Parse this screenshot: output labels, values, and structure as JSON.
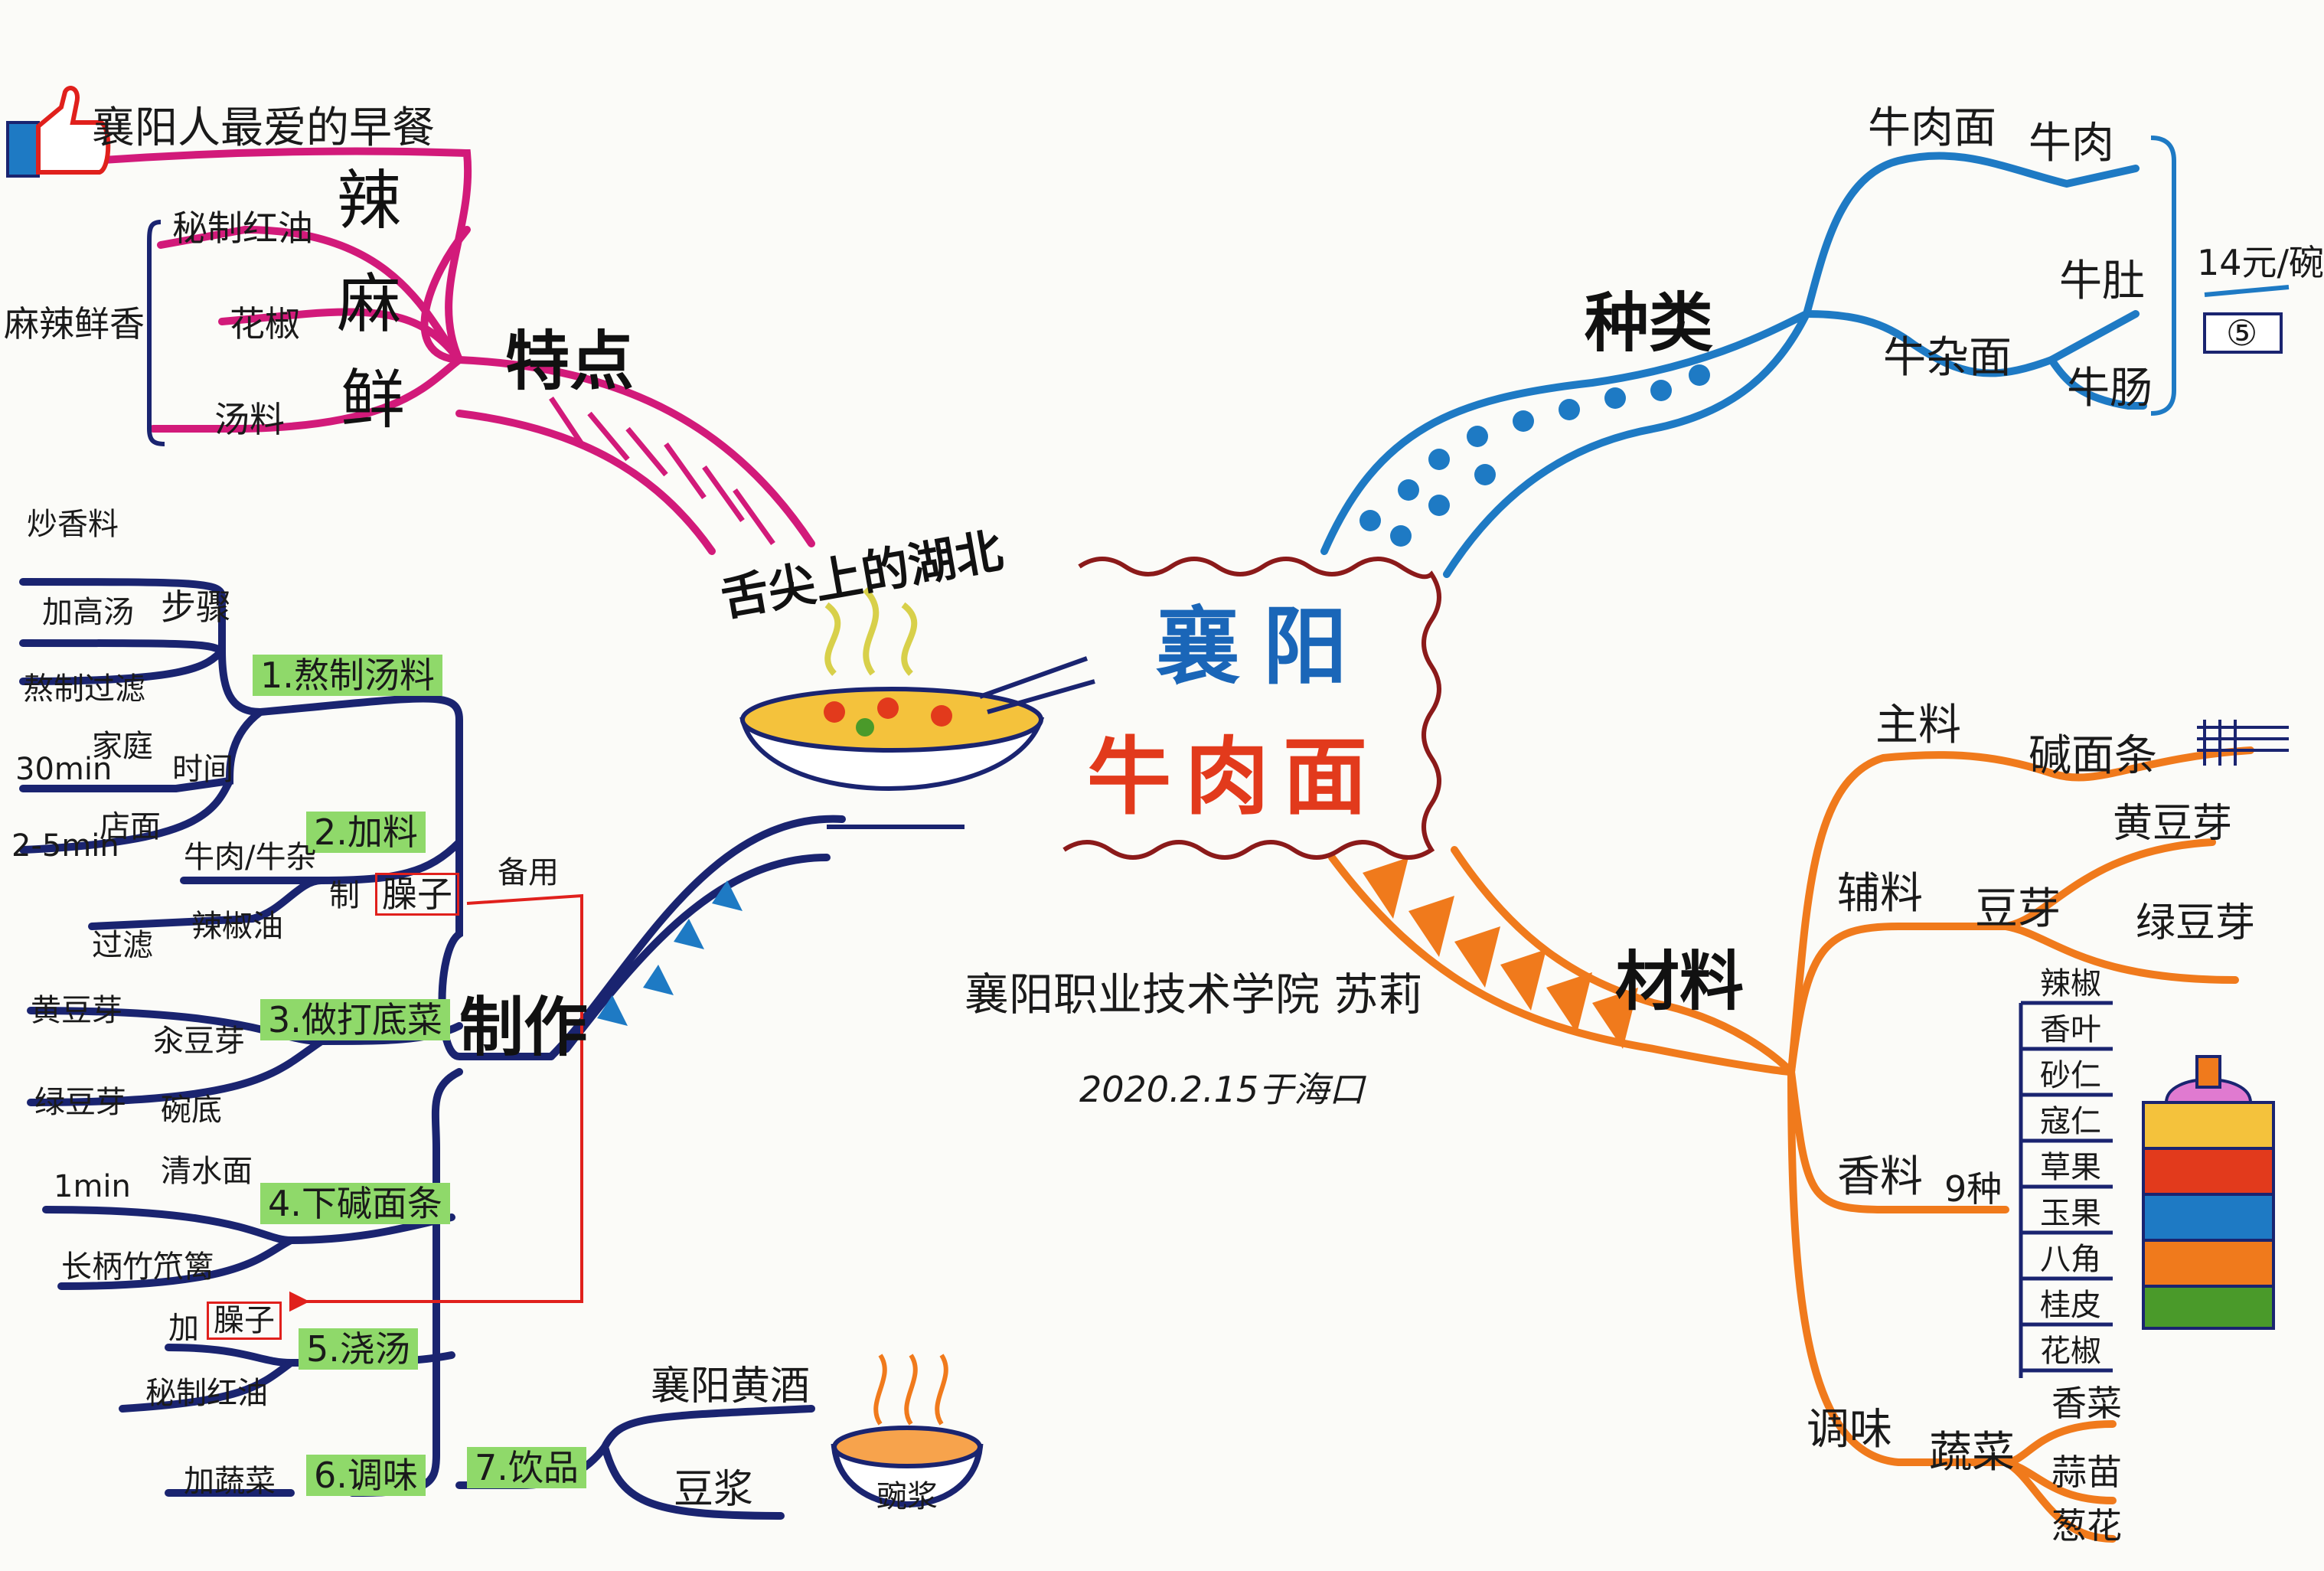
{
  "center": {
    "line1": "襄阳",
    "line2": "牛肉面",
    "subtitle": "舌尖上的湖北"
  },
  "credit": {
    "author": "襄阳职业技术学院 苏莉",
    "date": "2020.2.15于海口"
  },
  "features": {
    "title": "特点",
    "top": "襄阳人最爱的早餐",
    "group": "麻辣鲜香",
    "items": [
      {
        "source": "秘制红油",
        "trait": "辣"
      },
      {
        "source": "花椒",
        "trait": "麻"
      },
      {
        "source": "汤料",
        "trait": "鲜"
      }
    ]
  },
  "types": {
    "title": "种类",
    "price": "14元/碗",
    "price_symbol": "⑤",
    "groups": [
      {
        "name": "牛肉面",
        "items": [
          "牛肉"
        ]
      },
      {
        "name": "牛杂面",
        "items": [
          "牛肚",
          "牛肠"
        ]
      }
    ]
  },
  "materials": {
    "title": "材料",
    "main": {
      "name": "主料",
      "item": "碱面条"
    },
    "aux": {
      "name": "辅料",
      "sub": "豆芽",
      "items": [
        "黄豆芽",
        "绿豆芽"
      ]
    },
    "spice": {
      "name": "香料",
      "count": "9种",
      "items": [
        "辣椒",
        "香叶",
        "砂仁",
        "寇仁",
        "草果",
        "玉果",
        "八角",
        "桂皮",
        "花椒"
      ]
    },
    "season": {
      "name": "调味",
      "sub": "蔬菜",
      "items": [
        "香菜",
        "蒜苗",
        "葱花"
      ]
    }
  },
  "making": {
    "title": "制作",
    "steps": [
      "1.熬制汤料",
      "2.加料",
      "3.做打底菜",
      "4.下碱面条",
      "5.浇汤",
      "6.调味",
      "7.饮品"
    ],
    "step1": {
      "sub1": "步骤",
      "sub1_items": [
        "炒香料",
        "加高汤",
        "熬制过滤"
      ],
      "sub2": "时间",
      "sub2_items": [
        {
          "time": "30min",
          "place": "家庭"
        },
        {
          "time": "2-5min",
          "place": "店面"
        }
      ]
    },
    "step2": {
      "items": [
        "牛肉/牛杂",
        "辣椒油"
      ],
      "make": "制",
      "sauce": "臊子",
      "filter": "过滤",
      "reserve": "备用"
    },
    "step3": {
      "items": [
        "汆豆芽",
        "碗底"
      ],
      "sprouts": [
        "黄豆芽",
        "绿豆芽"
      ]
    },
    "step4": {
      "items": [
        "清水面",
        "长柄竹笊篱"
      ],
      "time": "1min"
    },
    "step5": {
      "add": "加",
      "sauce": "臊子",
      "oil": "秘制红油"
    },
    "step6": {
      "item": "加蔬菜"
    },
    "step7": {
      "items": [
        "襄阳黄酒",
        "豆浆"
      ],
      "bowl": "豌浆"
    }
  },
  "colors": {
    "features": "#d21a7a",
    "types": "#1e7ac4",
    "materials": "#f07a1c",
    "making": "#1a2470",
    "reserve": "#e0201c",
    "center_border": "#8b1a1a"
  }
}
